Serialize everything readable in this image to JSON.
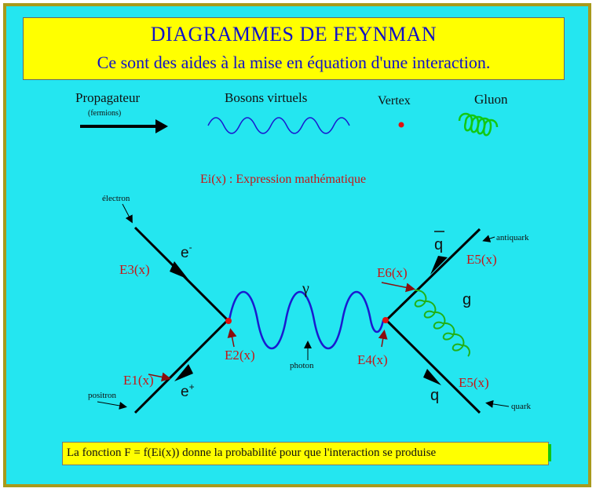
{
  "title": {
    "main": "DIAGRAMMES DE FEYNMAN",
    "subtitle": "Ce sont des aides à la mise en équation d'une interaction."
  },
  "legend": {
    "propagateur": "Propagateur",
    "fermions": "(fermions)",
    "bosons": "Bosons virtuels",
    "vertex": "Vertex",
    "gluon": "Gluon"
  },
  "expression_label": "Ei(x) : Expression mathématique",
  "diagram": {
    "electron": "électron",
    "positron": "positron",
    "photon": "photon",
    "antiquark": "antiquark",
    "quark": "quark",
    "e_minus": "e",
    "e_minus_sup": "-",
    "e_plus": "e",
    "e_plus_sup": "+",
    "gamma": "γ",
    "qbar": "q",
    "q": "q",
    "g": "g",
    "e1": "E1(x)",
    "e2": "E2(x)",
    "e3": "E3(x)",
    "e4": "E4(x)",
    "e5_top": "E5(x)",
    "e5_bottom": "E5(x)",
    "e6": "E6(x)"
  },
  "footer": "La fonction F = f(Ei(x)) donne la probabilité pour que l'interaction se produise",
  "colors": {
    "background": "#24e6f0",
    "border": "#a89a1c",
    "title_box": "#ffff00",
    "title_text": "#1010c8",
    "label_red": "#c81414",
    "boson_blue": "#1a1ad0",
    "gluon_green": "#12c812",
    "vertex_red": "#e01010"
  }
}
